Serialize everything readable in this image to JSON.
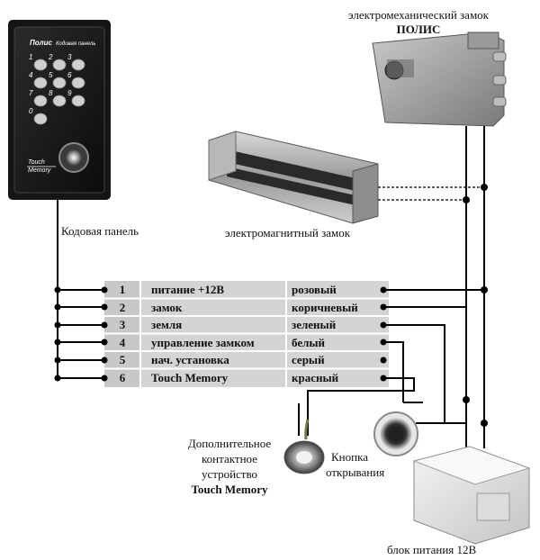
{
  "labels": {
    "mech_lock_line1": "электромеханический замок",
    "mech_lock_line2": "ПОЛИС",
    "mag_lock": "электромагнитный замок",
    "code_panel": "Кодовая панель",
    "touch_memory_device": [
      "Дополнительное",
      "контактное",
      "устройство"
    ],
    "touch_memory_device_name": "Touch Memory",
    "open_button": [
      "Кнопка",
      "открывания"
    ],
    "power_supply": "блок питания 12В"
  },
  "keypad": {
    "brand": "Полис",
    "subtitle": "Кодовая панель",
    "keys": [
      "1",
      "2",
      "3",
      "4",
      "5",
      "6",
      "7",
      "8",
      "9",
      "0"
    ],
    "reader_line1": "Touch",
    "reader_line2": "Memory"
  },
  "wiring": [
    {
      "num": "1",
      "function": "питание +12В",
      "color": "розовый"
    },
    {
      "num": "2",
      "function": "замок",
      "color": "коричневый"
    },
    {
      "num": "3",
      "function": "земля",
      "color": "зеленый"
    },
    {
      "num": "4",
      "function": "управление замком",
      "color": "белый"
    },
    {
      "num": "5",
      "function": "нач. установка",
      "color": "серый"
    },
    {
      "num": "6",
      "function": "Touch Memory",
      "color": "красный"
    }
  ]
}
